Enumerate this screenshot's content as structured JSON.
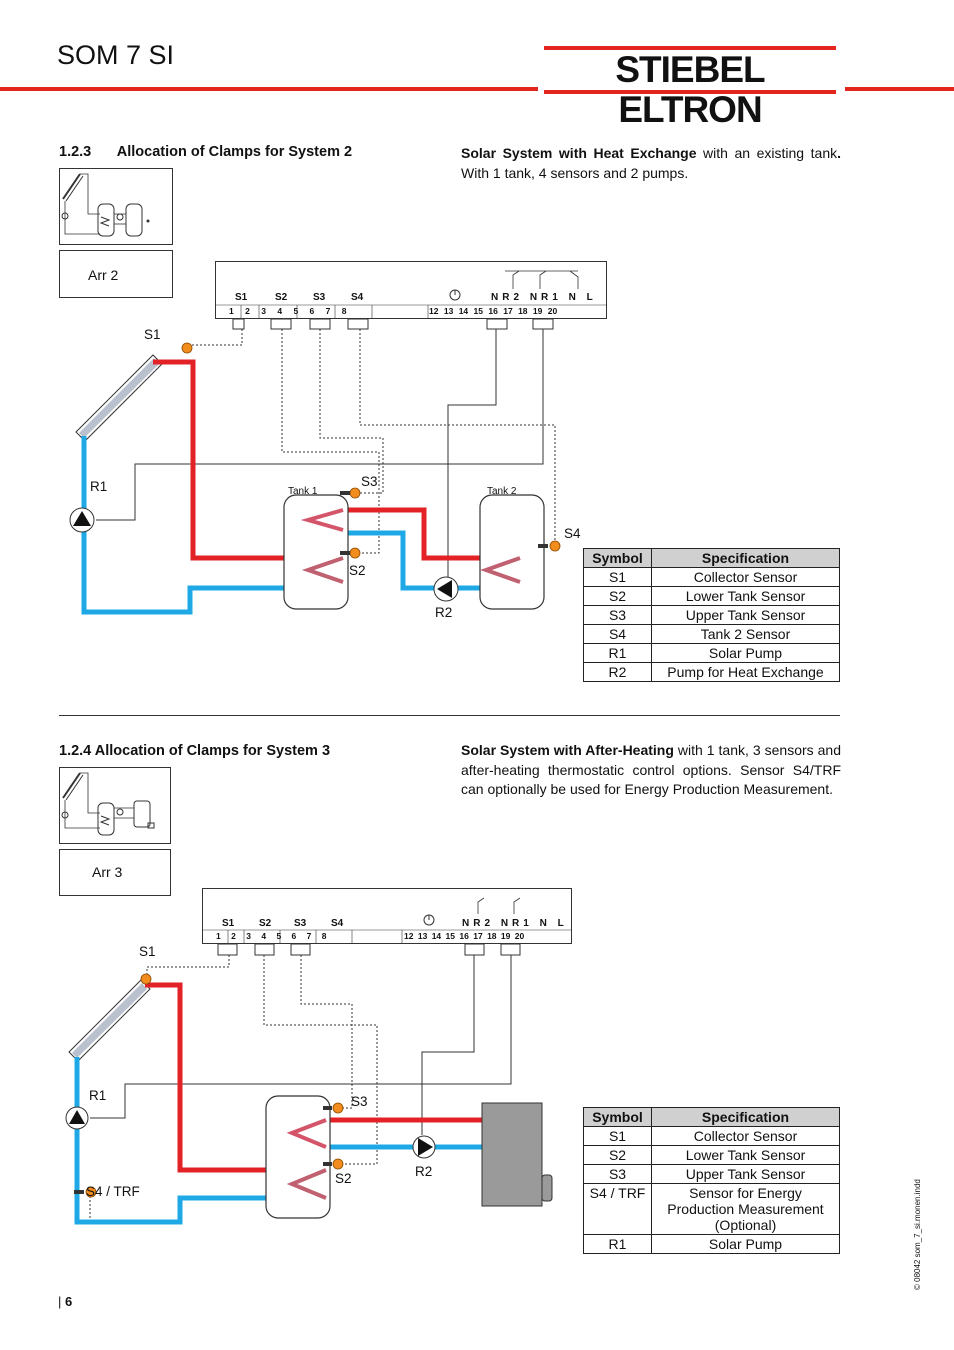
{
  "header": {
    "title": "SOM 7 SI",
    "logo_text": "STIEBEL ELTRON"
  },
  "colors": {
    "accent_red": "#e2261d",
    "pipe_red": "#e32227",
    "pipe_blue": "#1fa8e6",
    "sensor_orange": "#f28c1c"
  },
  "system2": {
    "section_number": "1.2.3",
    "section_title": "Allocation of Clamps for System 2",
    "desc_bold": "Solar System with Heat Exchange",
    "desc_text1": " with an existing tank",
    "desc_bold2": ".",
    "desc_text2": " With 1 tank, 4 sensors and 2 pumps.",
    "arr_label": "Arr 2",
    "labels": {
      "s1": "S1",
      "r1": "R1",
      "s2": "S2",
      "s3": "S3",
      "s4": "S4",
      "r2": "R2",
      "tank1": "Tank 1",
      "tank2": "Tank 2"
    },
    "table": {
      "headers": [
        "Symbol",
        "Specification"
      ],
      "rows": [
        [
          "S1",
          "Collector Sensor"
        ],
        [
          "S2",
          "Lower Tank Sensor"
        ],
        [
          "S3",
          "Upper Tank Sensor"
        ],
        [
          "S4",
          "Tank 2 Sensor"
        ],
        [
          "R1",
          "Solar Pump"
        ],
        [
          "R2",
          "Pump for Heat Exchange"
        ]
      ]
    }
  },
  "system3": {
    "section_number": "1.2.4",
    "section_title": "Allocation of Clamps for System 3",
    "desc_bold": "Solar System with After-Heating",
    "desc_text": " with 1 tank, 3 sensors and after-heating thermostatic control options. Sensor S4/TRF can optionally be used for Energy Production Measurement.",
    "arr_label": "Arr 3",
    "labels": {
      "s1": "S1",
      "r1": "R1",
      "s2": "S2",
      "s3": "S3",
      "s4trf": "S4 / TRF",
      "r2": "R2"
    },
    "table": {
      "headers": [
        "Symbol",
        "Specification"
      ],
      "rows": [
        [
          "S1",
          "Collector Sensor"
        ],
        [
          "S2",
          "Lower Tank Sensor"
        ],
        [
          "S3",
          "Upper Tank Sensor"
        ],
        [
          "S4 / TRF",
          "Sensor for Energy Production Measurement (Optional)"
        ],
        [
          "R1",
          "Solar Pump"
        ]
      ]
    }
  },
  "terminal": {
    "groups": [
      "S1",
      "S2",
      "S3",
      "S4"
    ],
    "numbers": [
      "1",
      "2",
      "3",
      "4",
      "5",
      "6",
      "7",
      "8",
      "12",
      "13",
      "14",
      "15",
      "16",
      "17",
      "18",
      "19",
      "20"
    ],
    "right_labels": [
      "N",
      "R2",
      "N",
      "R1",
      "N",
      "L"
    ]
  },
  "footer": {
    "page": "6",
    "file": "© 08042 som_7_si.monen.indd"
  }
}
